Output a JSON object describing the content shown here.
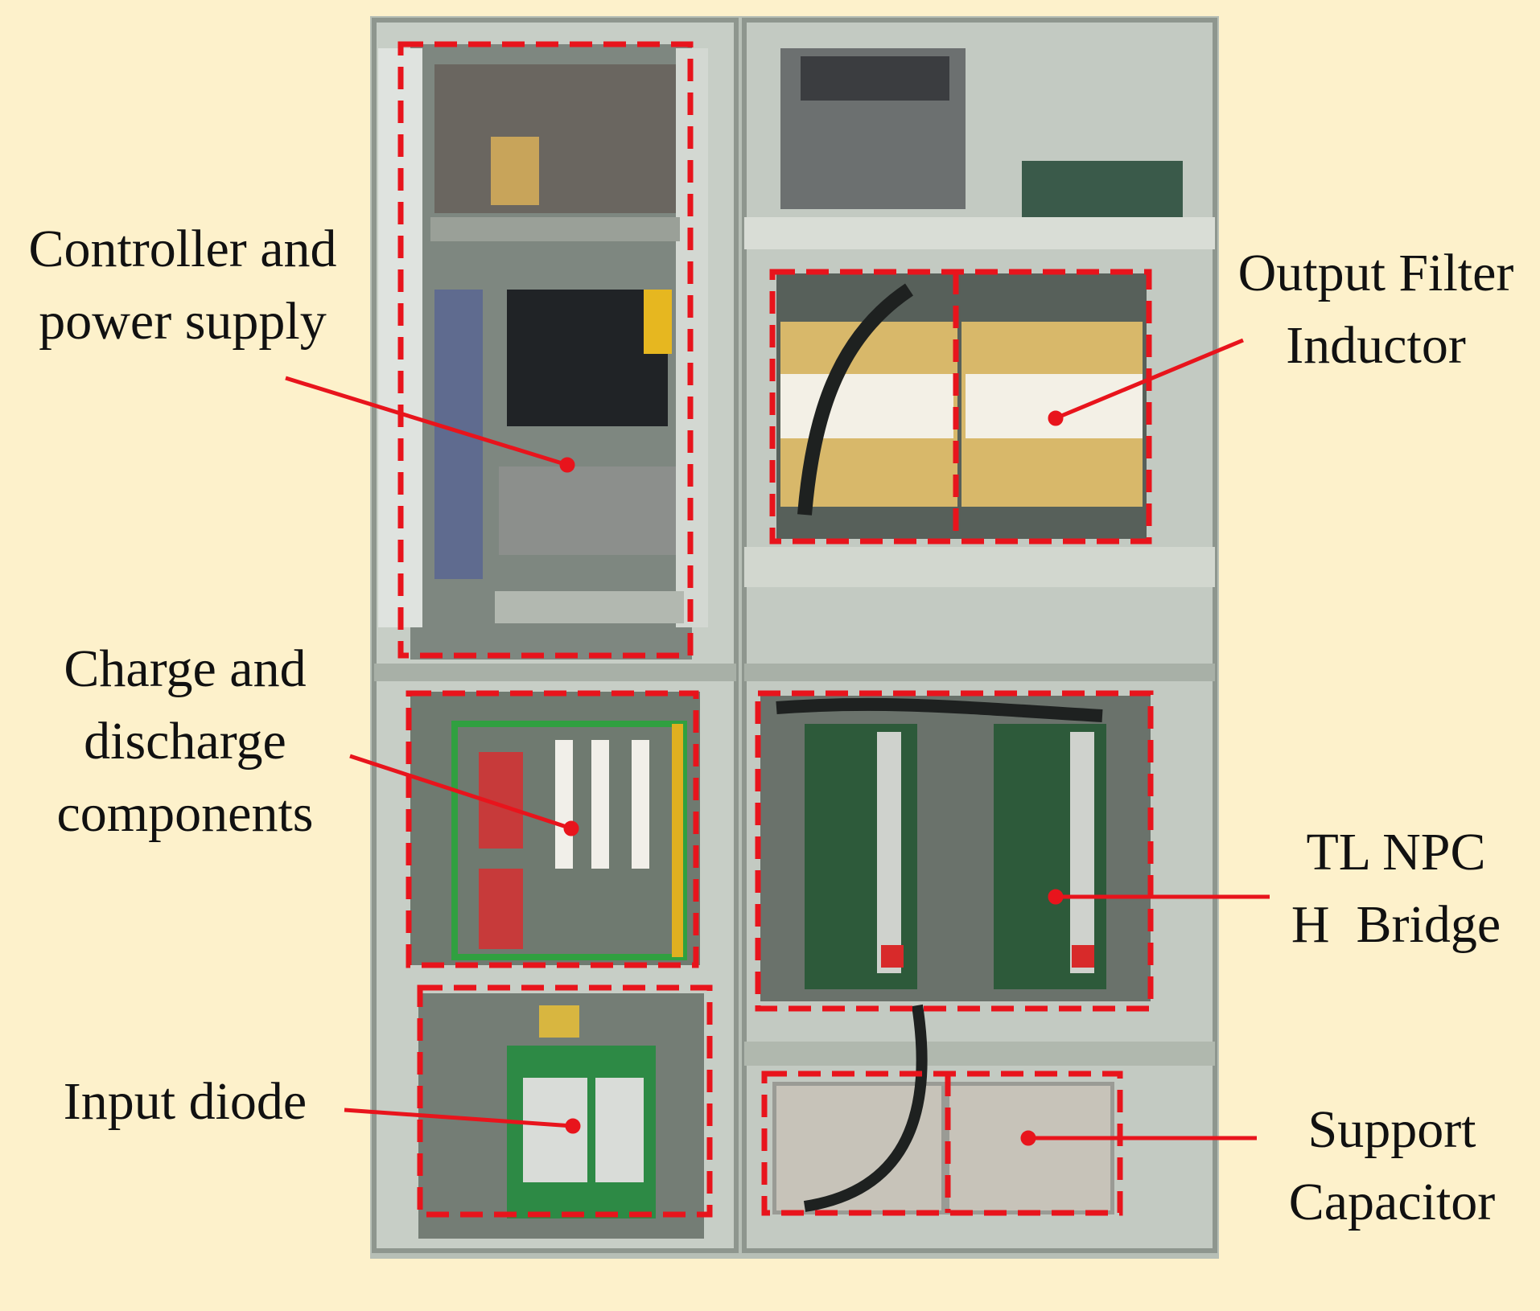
{
  "colors": {
    "background": "#fdf1cb",
    "annotation_red": "#e8141c",
    "cabinet_frame": "#b9c2b9",
    "label_text": "#111111"
  },
  "labels": {
    "controller": [
      "Controller and",
      "power supply"
    ],
    "charge": [
      "Charge and",
      "discharge",
      "components"
    ],
    "input_diode": [
      "Input diode"
    ],
    "output_filter": [
      "Output Filter",
      "Inductor"
    ],
    "tl_npc": [
      "TL NPC",
      "H  Bridge"
    ],
    "support_cap": [
      "Support",
      "Capacitor"
    ]
  }
}
